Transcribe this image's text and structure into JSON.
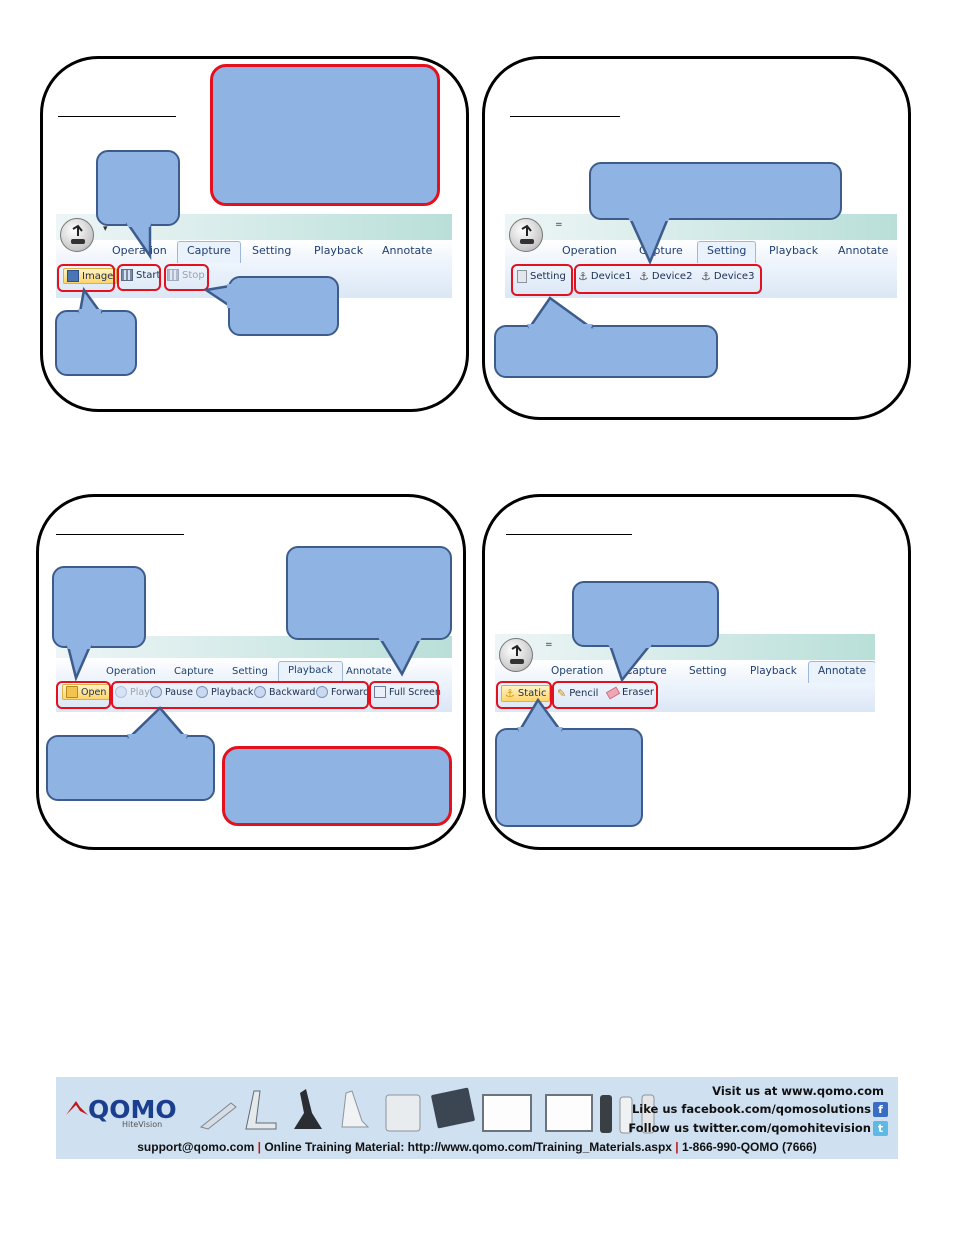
{
  "colors": {
    "callout_fill": "#8fb4e3",
    "callout_border": "#3d5c8c",
    "highlight": "#e3101d",
    "ribbon_tab_text": "#1f3f73"
  },
  "panels": [
    {
      "id": "capture",
      "tabs": [
        "Operation",
        "Capture",
        "Setting",
        "Playback",
        "Annotate"
      ],
      "active": "Capture",
      "buttons": [
        {
          "label": "Image",
          "icon": "disk-icon"
        },
        {
          "label": "Start",
          "icon": "grid-icon"
        },
        {
          "label": "Stop",
          "icon": "grid-icon"
        }
      ]
    },
    {
      "id": "setting",
      "tabs": [
        "Operation",
        "Capture",
        "Setting",
        "Playback",
        "Annotate"
      ],
      "active": "Setting",
      "buttons": [
        {
          "label": "Setting",
          "icon": "device-icon"
        },
        {
          "label": "Device1",
          "icon": "anchor-icon"
        },
        {
          "label": "Device2",
          "icon": "anchor-icon"
        },
        {
          "label": "Device3",
          "icon": "anchor-icon"
        }
      ]
    },
    {
      "id": "playback",
      "tabs": [
        "Operation",
        "Capture",
        "Setting",
        "Playback",
        "Annotate"
      ],
      "active": "Playback",
      "buttons": [
        {
          "label": "Open",
          "icon": "folder-icon"
        },
        {
          "label": "Play",
          "icon": "play-icon"
        },
        {
          "label": "Pause",
          "icon": "pause-icon"
        },
        {
          "label": "Playback",
          "icon": "rewind-icon"
        },
        {
          "label": "Backward",
          "icon": "backward-icon"
        },
        {
          "label": "Forward",
          "icon": "forward-icon"
        },
        {
          "label": "Full Screen",
          "icon": "fullscreen-icon"
        }
      ]
    },
    {
      "id": "annotate",
      "tabs": [
        "Operation",
        "Capture",
        "Setting",
        "Playback",
        "Annotate"
      ],
      "active": "Annotate",
      "buttons": [
        {
          "label": "Static",
          "icon": "static-icon"
        },
        {
          "label": "Pencil",
          "icon": "pencil-icon"
        },
        {
          "label": "Eraser",
          "icon": "eraser-icon"
        }
      ]
    }
  ],
  "footer": {
    "logo": "QOMO",
    "logo_sub": "HiteVision",
    "visit": "Visit us at www.qomo.com",
    "facebook": "Like us facebook.com/qomosolutions",
    "twitter": "Follow us twitter.com/qomohitevision",
    "email": "support@qomo.com",
    "training": "Online Training Material: http://www.qomo.com/Training_Materials.aspx",
    "phone": "1-866-990-QOMO (7666)",
    "separator": "|"
  }
}
